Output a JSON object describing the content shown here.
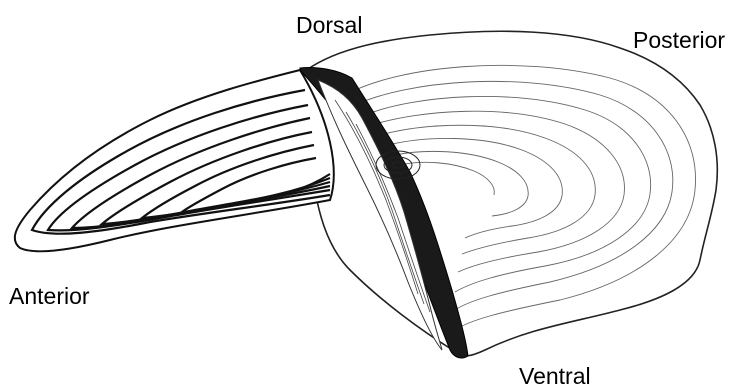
{
  "figure": {
    "labels": {
      "dorsal": "Dorsal",
      "posterior": "Posterior",
      "anterior": "Anterior",
      "ventral": "Ventral"
    },
    "ink_color": "#111111",
    "background": "#ffffff"
  }
}
